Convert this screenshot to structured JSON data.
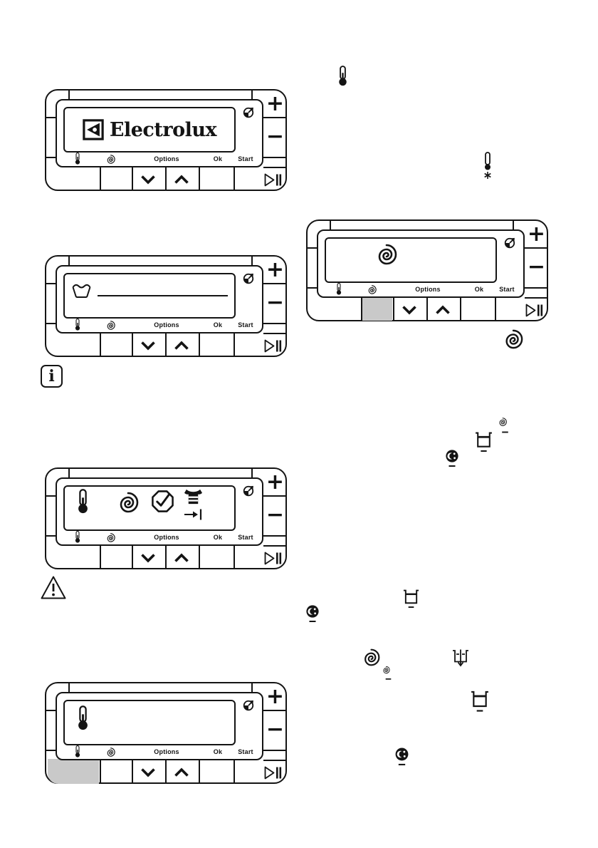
{
  "page": {
    "background": "#ffffff",
    "ink": "#141414",
    "button_highlight": "#c9c9c9"
  },
  "brand": {
    "wordmark": "Electrolux"
  },
  "labels": {
    "options": "Options",
    "ok": "Ok",
    "start": "Start",
    "plus": "+",
    "minus": "−",
    "info_glyph": "i"
  },
  "panels": [
    {
      "name": "panel-welcome",
      "screen_content": "electrolux-logo",
      "pressed_button": null
    },
    {
      "name": "panel-program-name",
      "screen_content": "wash-tub-icon-with-blank-program-line",
      "pressed_button": null
    },
    {
      "name": "panel-spin",
      "screen_content": "spin-icon",
      "pressed_button": "spin-button"
    },
    {
      "name": "panel-options",
      "screen_content": "temperature, spin, ok-check, shirt and end-of-cycle icons",
      "pressed_button": null
    },
    {
      "name": "panel-temperature",
      "screen_content": "temperature-icon",
      "pressed_button": "temperature-button"
    }
  ],
  "floating_icons": [
    "temperature-icon",
    "cold-wash-icon",
    "spin-icon",
    "info-icon",
    "spin-reduced-icon",
    "rinse-hold-icon",
    "night-cycle-icon",
    "warning-icon",
    "rinse-hold-icon",
    "night-cycle-icon",
    "spin-icon",
    "drain-icon",
    "spin-reduced-icon",
    "rinse-hold-icon",
    "night-cycle-icon"
  ]
}
